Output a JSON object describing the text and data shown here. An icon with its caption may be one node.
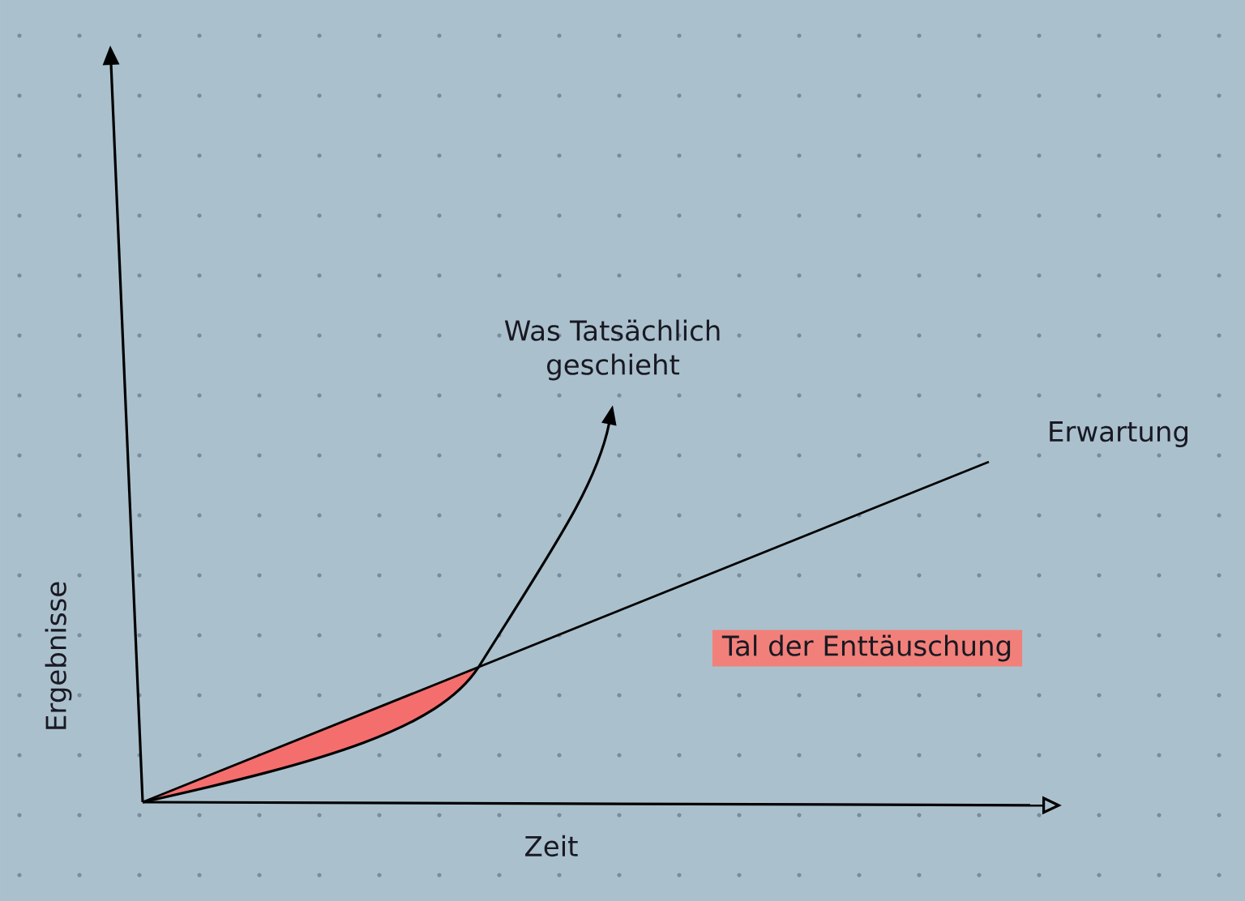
{
  "diagram": {
    "labels": [
      "Was Tatsächlich geschieht",
      "Erwartung",
      "Tal der Enttäuschung",
      "Ergebnisse",
      "Zeit"
    ]
  }
}
